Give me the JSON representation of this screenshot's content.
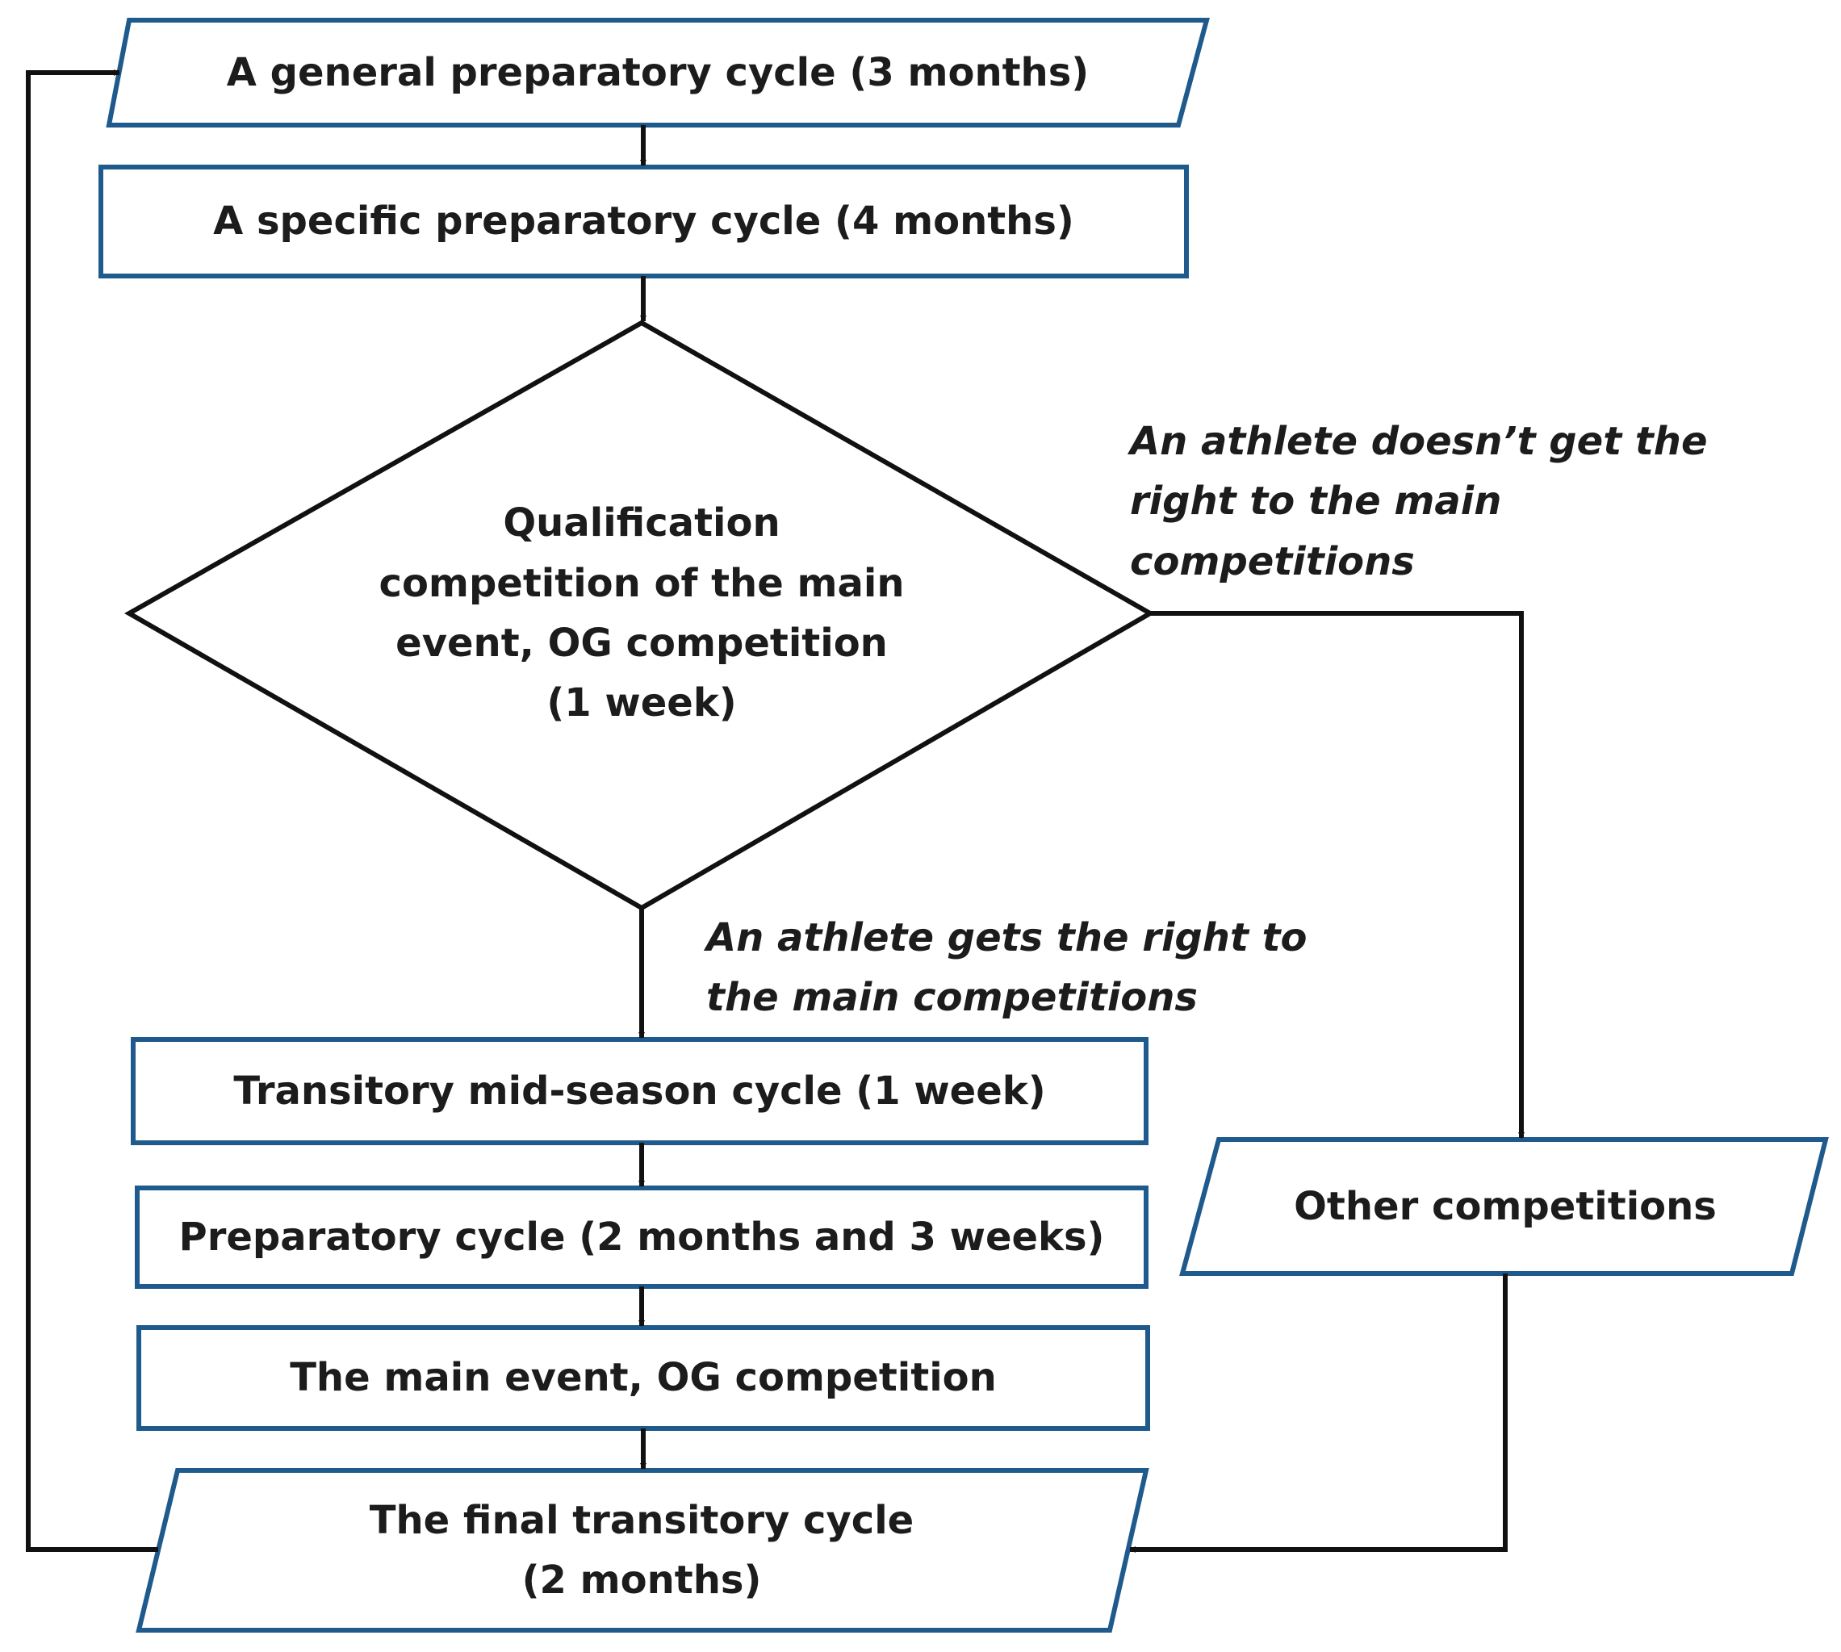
{
  "nodes": {
    "general_cycle": "A general preparatory cycle (3 months)",
    "specific_cycle": "A specific preparatory cycle (4 months)",
    "qualification": [
      "Qualification",
      "competition of the main",
      "event, OG competition",
      "(1 week)"
    ],
    "transitory_mid": "Transitory mid-season cycle (1 week)",
    "preparatory": "Preparatory cycle (2 months and 3 weeks)",
    "main_event": "The main event, OG competition",
    "final_cycle": [
      "The final transitory cycle",
      "(2 months)"
    ],
    "other_competitions": "Other competitions"
  },
  "edge_labels": {
    "not_qualified": [
      "An athlete doesn’t get the",
      "right to the main",
      "competitions"
    ],
    "qualified": [
      "An athlete gets the right to",
      "the main competitions"
    ]
  },
  "colors": {
    "box_border": "#1f5a8c",
    "diamond_border": "#111111",
    "connector": "#111111",
    "text": "#1c1c1c"
  }
}
